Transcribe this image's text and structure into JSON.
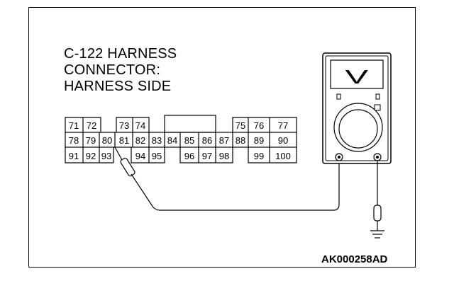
{
  "title": {
    "lines": [
      "C-122 HARNESS",
      "CONNECTOR:",
      "HARNESS SIDE"
    ]
  },
  "figure_code": "AK000258AD",
  "connector": {
    "row1": [
      "71",
      "72",
      "73",
      "74",
      "75",
      "76",
      "77"
    ],
    "row2": [
      "78",
      "79",
      "80",
      "81",
      "82",
      "83",
      "84",
      "85",
      "86",
      "87",
      "88",
      "89",
      "90"
    ],
    "row3": [
      "91",
      "92",
      "93",
      "94",
      "95",
      "96",
      "97",
      "98",
      "99",
      "100"
    ]
  },
  "meter": {
    "display_symbol": "V"
  }
}
